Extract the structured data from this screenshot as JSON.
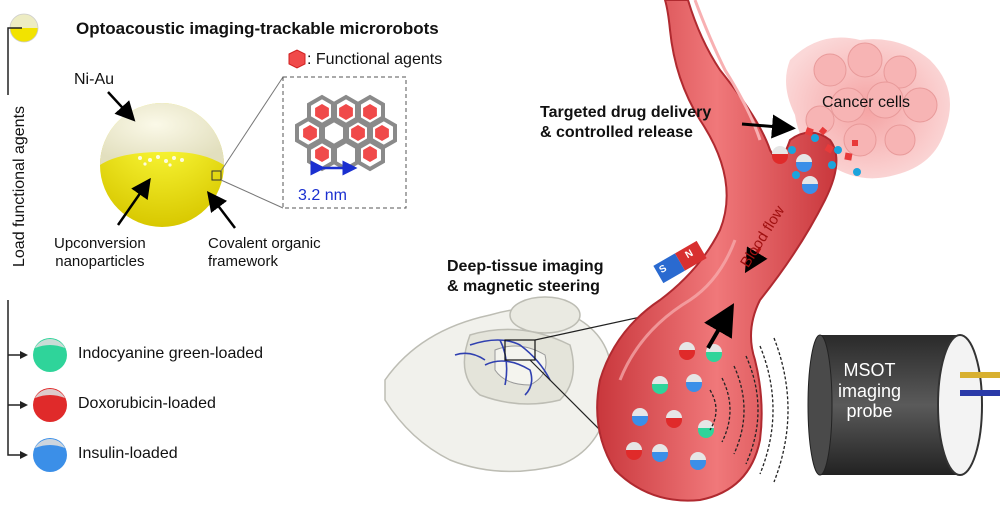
{
  "title": "Optoacoustic imaging-trackable microrobots",
  "side_label": "Load functional agents",
  "labels": {
    "ni_au": "Ni-Au",
    "functional_agents": ": Functional agents",
    "pore_size": "3.2 nm",
    "ucnp": "Upconversion\nnanoparticles",
    "cof": "Covalent organic\nframework",
    "targeted": "Targeted drug delivery\n& controlled release",
    "cancer": "Cancer cells",
    "deep_tissue": "Deep-tissue imaging\n& magnetic steering",
    "blood_flow": "Blood flow",
    "msot": "MSOT\nimaging\nprobe",
    "magnet_s": "S",
    "magnet_n": "N"
  },
  "variants": [
    {
      "label": "Indocyanine green-loaded",
      "color": "#2fd49a"
    },
    {
      "label": "Doxorubicin-loaded",
      "color": "#e02a2a"
    },
    {
      "label": "Insulin-loaded",
      "color": "#3b8fe8"
    }
  ],
  "colors": {
    "yellow": "#f2e300",
    "vessel": "#e05a5e",
    "vessel_light": "#f4a0a2",
    "agent": "#f04a4a",
    "pore_arrow": "#1a2fd0",
    "probe": "#3a3a3a"
  }
}
